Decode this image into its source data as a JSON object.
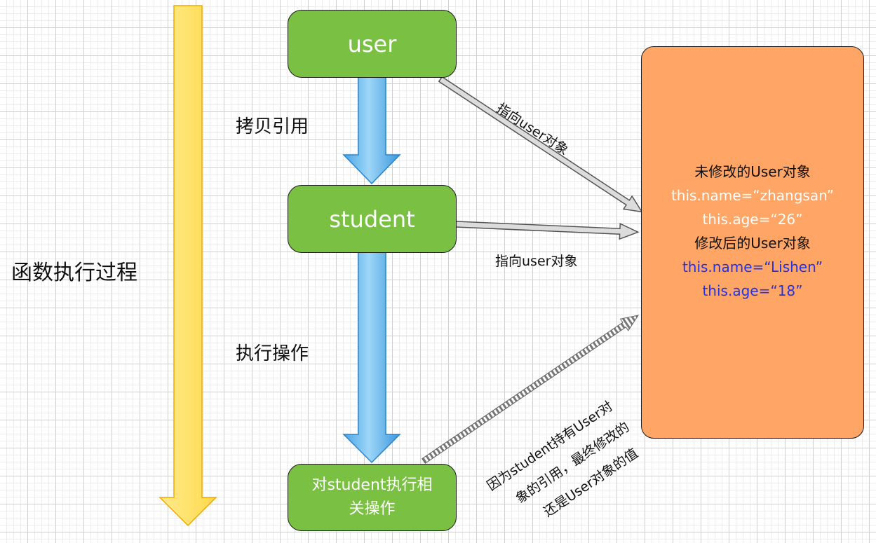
{
  "process_label": "函数执行过程",
  "nodes": {
    "user": "user",
    "student": "student",
    "operate_line1": "对student执行相",
    "operate_line2": "关操作"
  },
  "flow_labels": {
    "copy_reference": "拷贝引用",
    "execute_operation": "执行操作"
  },
  "edge_labels": {
    "user_points_to": "指向user对象",
    "student_points_to": "指向user对象",
    "explanation_line1": "因为student持有User对",
    "explanation_line2": "象的引用，最终修改的",
    "explanation_line3": "还是User对象的值"
  },
  "user_object": {
    "before_title": "未修改的User对象",
    "before_name": "this.name=“zhangsan”",
    "before_age": "this.age=“26”",
    "after_title": "修改后的User对象",
    "after_name": "this.name=“Lishen”",
    "after_age": "this.age=“18”"
  },
  "colors": {
    "node_green": "#7ac143",
    "object_orange": "#ffa565",
    "process_arrow_yellow": "#ffe36e",
    "flow_arrow_blue": "#5ab4ec",
    "modified_text_blue": "#2233e6"
  }
}
